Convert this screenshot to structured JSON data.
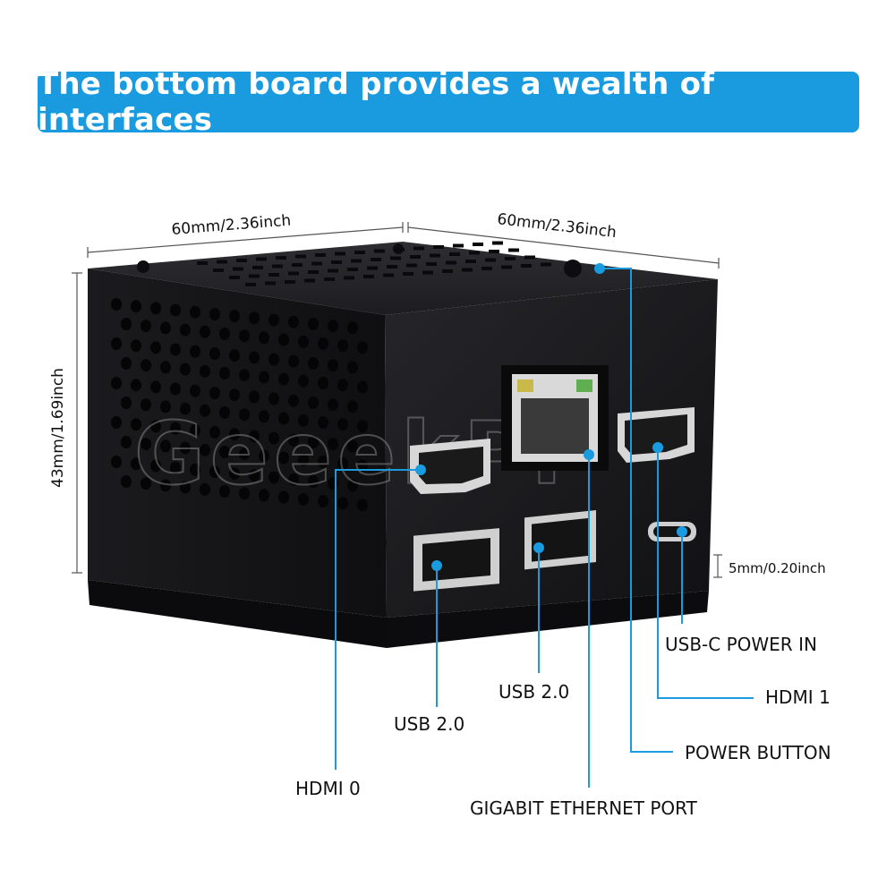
{
  "banner": {
    "title": "The bottom board provides a wealth of interfaces"
  },
  "dimensions": {
    "width_left": "60mm/2.36inch",
    "width_right": "60mm/2.36inch",
    "height": "43mm/1.69inch",
    "offset": "5mm/0.20inch"
  },
  "watermark": "GeeekPi",
  "callouts": {
    "usbc_power": "USB-C POWER IN",
    "hdmi1": "HDMI 1",
    "power_button": "POWER BUTTON",
    "ethernet": "GIGABIT ETHERNET PORT",
    "usb_mid": "USB 2.0",
    "usb_left": "USB 2.0",
    "hdmi0": "HDMI 0"
  },
  "colors": {
    "accent": "#1a9be0",
    "case": "#1c1c1e",
    "case_side": "#141416"
  }
}
